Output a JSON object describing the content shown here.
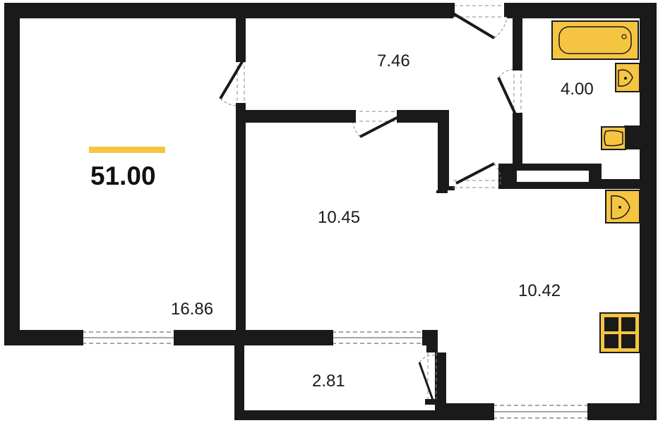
{
  "total_area": {
    "value": "51.00",
    "accent_color": "#f5c542"
  },
  "rooms": [
    {
      "id": "living-room",
      "area": "16.86"
    },
    {
      "id": "hallway",
      "area": "7.46"
    },
    {
      "id": "bathroom",
      "area": "4.00"
    },
    {
      "id": "bedroom",
      "area": "10.45"
    },
    {
      "id": "kitchen",
      "area": "10.42"
    },
    {
      "id": "balcony",
      "area": "2.81"
    }
  ],
  "colors": {
    "wall": "#1a1a1a",
    "fixture_fill": "#f5c542",
    "window_line": "#888888"
  },
  "icons": [
    "bathtub-icon",
    "sink-icon",
    "toilet-icon",
    "kitchen-sink-icon",
    "stove-icon",
    "door-icon",
    "window-icon"
  ]
}
